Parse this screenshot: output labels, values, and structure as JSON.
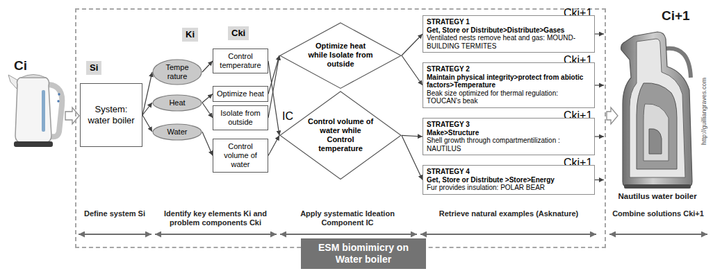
{
  "diagram": {
    "nodes": [
      {
        "text": [
          "ESM biomimicry on Water boiler"
        ]
      },
      {
        "text": [
          "Si"
        ],
        "in": 0
      },
      {
        "text": [
          "System: water boiler"
        ],
        "in": 0
      },
      {
        "text": [
          "Ki"
        ],
        "in": 0
      },
      {
        "text": [
          "Cki"
        ],
        "in": 0
      },
      {
        "text": [
          "Tempe rature"
        ],
        "in": 0
      },
      {
        "text": [
          "Heat"
        ],
        "in": 0
      },
      {
        "text": [
          "Water"
        ],
        "in": 0
      },
      {
        "text": [
          "Control temperature"
        ],
        "in": 0
      },
      {
        "text": [
          "Optimize heat"
        ],
        "in": 0
      },
      {
        "text": [
          "Isolate from outside"
        ],
        "in": 0
      },
      {
        "text": [
          "Control volume of water"
        ],
        "in": 0
      },
      {
        "text": [
          "IC"
        ],
        "in": 0
      },
      {
        "text": [
          "Optimize heat while Isolate from outside"
        ],
        "in": 0
      },
      {
        "text": [
          "Control volume of water while Control temperature"
        ],
        "in": 0
      },
      {
        "text": [
          "Cki+1"
        ],
        "in": 0
      },
      {
        "text": [
          "STRATEGY 1",
          "Get, Store or Distribute>Distribute>Gases",
          "Ventilated nests remove heat and gas: MOUND-BUILDING TERMITES"
        ],
        "in": 0
      },
      {
        "text": [
          "Cki+1"
        ],
        "in": 0
      },
      {
        "text": [
          "STRATEGY 2",
          "Maintain physical integrity>protect from abiotic factors>Temperature",
          "Beak size optimized for thermal regulation: TOUCAN's beak"
        ],
        "in": 0
      },
      {
        "text": [
          "Cki+1"
        ],
        "in": 0
      },
      {
        "text": [
          "STRATEGY 3",
          "Make>Structure",
          "Shell growth through compartmentilization : NAUTILUS"
        ],
        "in": 0
      },
      {
        "text": [
          "Cki+1"
        ],
        "in": 0
      },
      {
        "text": [
          "STRATEGY 4",
          "Get, Store or Distribute >Store>Energy",
          "Fur provides insulation: POLAR BEAR"
        ],
        "in": 0
      }
    ],
    "edges": [
      {
        "from": 2,
        "to": 5,
        "arrow": "to"
      },
      {
        "from": 2,
        "to": 6,
        "arrow": "to"
      },
      {
        "from": 2,
        "to": 7,
        "arrow": "to"
      },
      {
        "from": 5,
        "to": 8,
        "arrow": "to"
      },
      {
        "from": 6,
        "to": 9,
        "arrow": "to"
      },
      {
        "from": 6,
        "to": 10,
        "arrow": "to"
      },
      {
        "from": 7,
        "to": 11,
        "arrow": "to"
      },
      {
        "from": 8,
        "to": 14,
        "arrow": "to"
      },
      {
        "from": 9,
        "to": 13,
        "arrow": "to"
      },
      {
        "from": 10,
        "to": 13,
        "arrow": "to"
      },
      {
        "from": 11,
        "to": 14,
        "arrow": "to"
      },
      {
        "from": 13,
        "to": 16,
        "arrow": "to"
      },
      {
        "from": 13,
        "to": 18,
        "arrow": "to"
      },
      {
        "from": 14,
        "to": 20,
        "arrow": "to"
      },
      {
        "from": 14,
        "to": 22,
        "arrow": "to"
      }
    ],
    "labels": [
      "Ci",
      "Define system Si",
      "Identify key elements Ki and problem components Cki",
      "Apply systematic Ideation Component IC",
      "Retrieve natural examples (Asknature)",
      "Combine solutions Cki+1",
      "Ci+1",
      "Nautilus water boiler",
      "http://guilliangraves.com"
    ]
  }
}
